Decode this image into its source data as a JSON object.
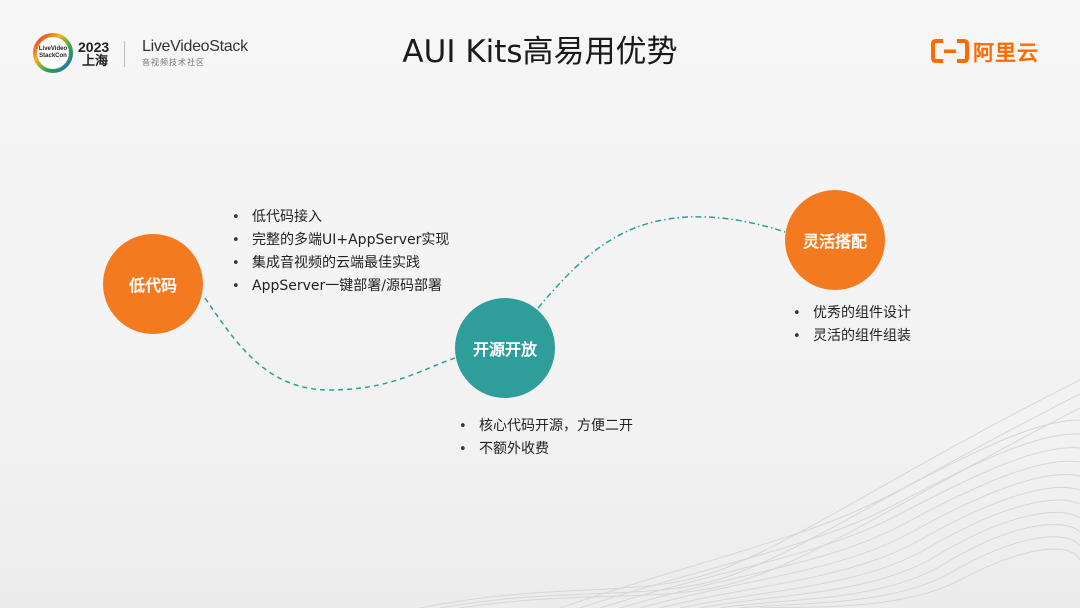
{
  "title": "AUI Kits高易用优势",
  "header": {
    "conference_year": "2023",
    "conference_city": "上海",
    "conference_logo_text": "LiveVideoStackCon",
    "brand_name": "LiveVideoStack",
    "brand_subtitle": "音视频技术社区",
    "cloud_logo_name": "阿里云"
  },
  "colors": {
    "orange": "#f47a20",
    "teal": "#2f9e9a",
    "brand_orange": "#ff6a00"
  },
  "nodes": [
    {
      "label": "低代码",
      "color": "orange",
      "bullets": [
        "低代码接入",
        "完整的多端UI+AppServer实现",
        "集成音视频的云端最佳实践",
        "AppServer一键部署/源码部署"
      ]
    },
    {
      "label": "开源开放",
      "color": "teal",
      "bullets": [
        "核心代码开源，方便二开",
        "不额外收费"
      ]
    },
    {
      "label": "灵活搭配",
      "color": "orange",
      "bullets": [
        "优秀的组件设计",
        "灵活的组件组装"
      ]
    }
  ]
}
